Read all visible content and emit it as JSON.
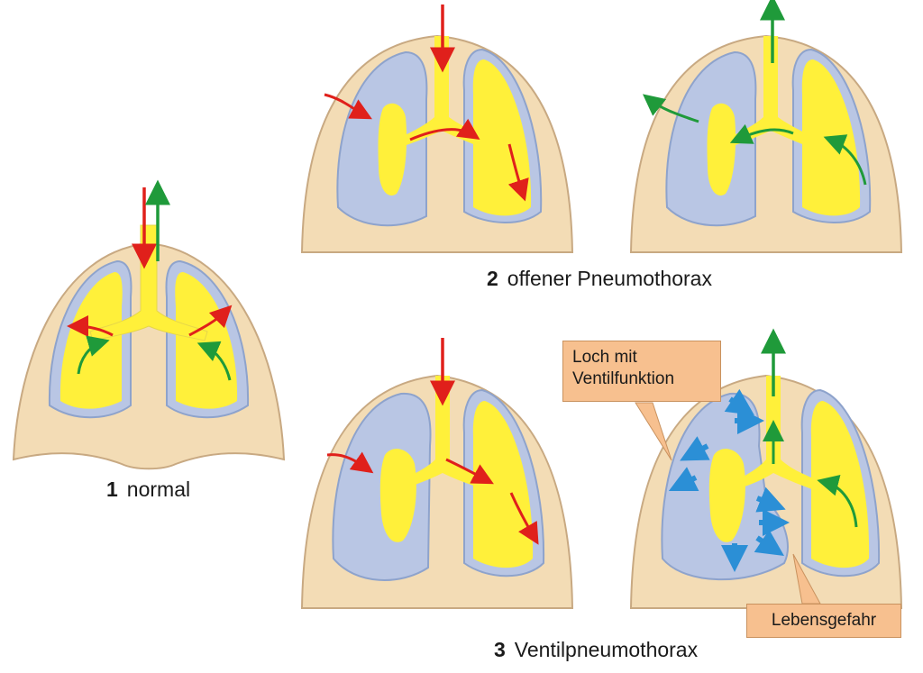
{
  "colors": {
    "chest": "#f3dcb5",
    "chest_edge": "#c8a982",
    "pleura": "#b9c6e4",
    "pleura_edge": "#8ea3cc",
    "lung": "#fff03a",
    "inflow_arrow": "#e0201b",
    "outflow_arrow": "#1f9a3a",
    "pressure_arrow": "#2b8fd6",
    "callout_fill": "#f7c08f"
  },
  "panels": [
    {
      "number": "1",
      "title": "normal"
    },
    {
      "number": "2",
      "title": "offener Pneumothorax"
    },
    {
      "number": "3",
      "title": "Ventilpneumothorax"
    }
  ],
  "callouts": {
    "valve_hole": "Loch mit\nVentilfunktion",
    "danger": "Lebensgefahr"
  },
  "icons": {
    "inflow": "red-arrow-icon",
    "outflow": "green-arrow-icon",
    "pressure": "blue-arrow-icon"
  }
}
